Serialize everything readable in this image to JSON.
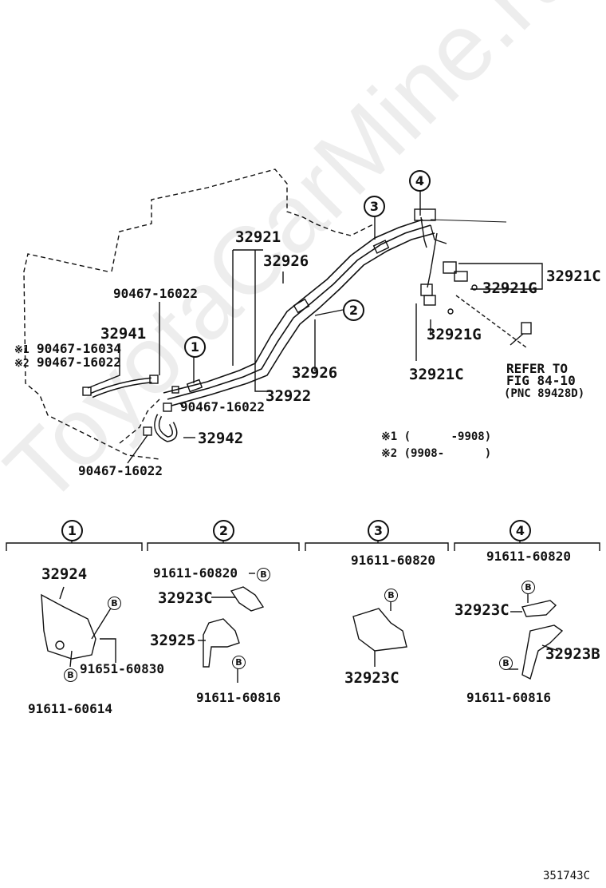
{
  "watermark": "ToyotaCarMine.ru",
  "upper": {
    "p32921": "32921",
    "p32926_top": "32926",
    "p32926_bottom": "32926",
    "p32922": "32922",
    "p32941": "32941",
    "p32942": "32942",
    "p32921C_right": "32921C",
    "p32921G_right": "32921G",
    "p32921G_mid": "32921G",
    "p32921C_bottom": "32921C",
    "clamp_upper_left": "90467-16022",
    "clamp_x1": "90467-16034",
    "clamp_x2": "90467-16022",
    "clamp_center": "90467-16022",
    "clamp_lower": "90467-16022",
    "x1_mark": "※1",
    "x2_mark": "※2",
    "refer_line1": "REFER TO",
    "refer_line2": "FIG 84-10",
    "refer_line3": "(PNC 89428D)",
    "note1": "※1 (      -9908)",
    "note2": "※2 (9908-      )",
    "callouts": [
      "1",
      "2",
      "3",
      "4"
    ]
  },
  "details": [
    {
      "number": "1",
      "parts": [
        "32924",
        "91651-60830",
        "91611-60614"
      ],
      "bolt_marks": [
        "B",
        "B"
      ]
    },
    {
      "number": "2",
      "parts": [
        "91611-60820",
        "32923C",
        "32925",
        "91611-60816"
      ],
      "bolt_marks": [
        "B",
        "B"
      ]
    },
    {
      "number": "3",
      "parts": [
        "91611-60820",
        "32923C"
      ],
      "bolt_marks": [
        "B"
      ]
    },
    {
      "number": "4",
      "parts": [
        "91611-60820",
        "32923C",
        "32923B",
        "91611-60816"
      ],
      "bolt_marks": [
        "B",
        "B"
      ]
    }
  ],
  "figure_id": "351743C"
}
